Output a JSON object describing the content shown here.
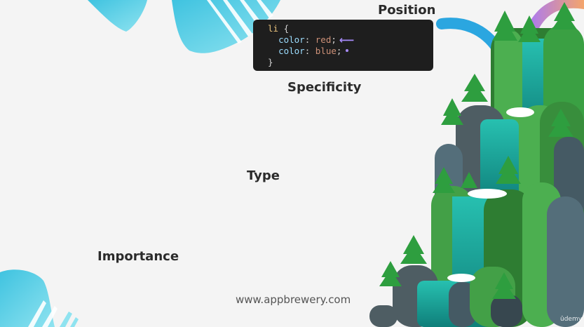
{
  "slide": {
    "labels": {
      "position": "Position",
      "specificity": "Specificity",
      "type": "Type",
      "importance": "Importance"
    },
    "code": {
      "selector": "li",
      "open_brace": "{",
      "lines": [
        {
          "property": "color",
          "value": "red"
        },
        {
          "property": "color",
          "value": "blue"
        }
      ],
      "close_brace": "}",
      "pointer_icon": "left-arrow-icon",
      "marker_icon": "dot-icon"
    },
    "website": "www.appbrewery.com",
    "watermark": "ûdemy"
  },
  "colors": {
    "background": "#f4f4f4",
    "code_background": "#1e1e1e",
    "accent_purple": "#a78bfa",
    "blob_cyan": "#4dd0e1",
    "tree_green": "#43a047",
    "rock_gray": "#4e5d63"
  }
}
